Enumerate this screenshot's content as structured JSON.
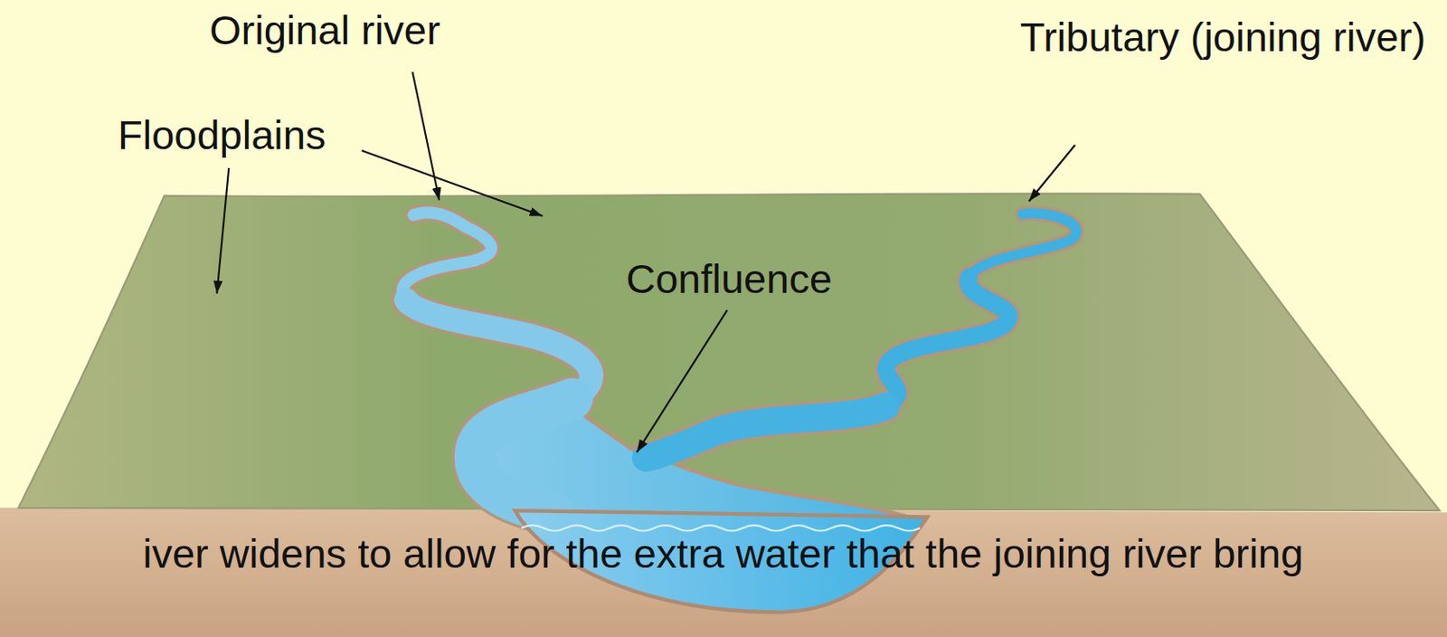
{
  "diagram": {
    "labels": [
      "Original river",
      "Floodplains",
      "Tributary (joining river)",
      "Confluence",
      "iver widens to allow for the extra water that the joining river bring"
    ]
  }
}
